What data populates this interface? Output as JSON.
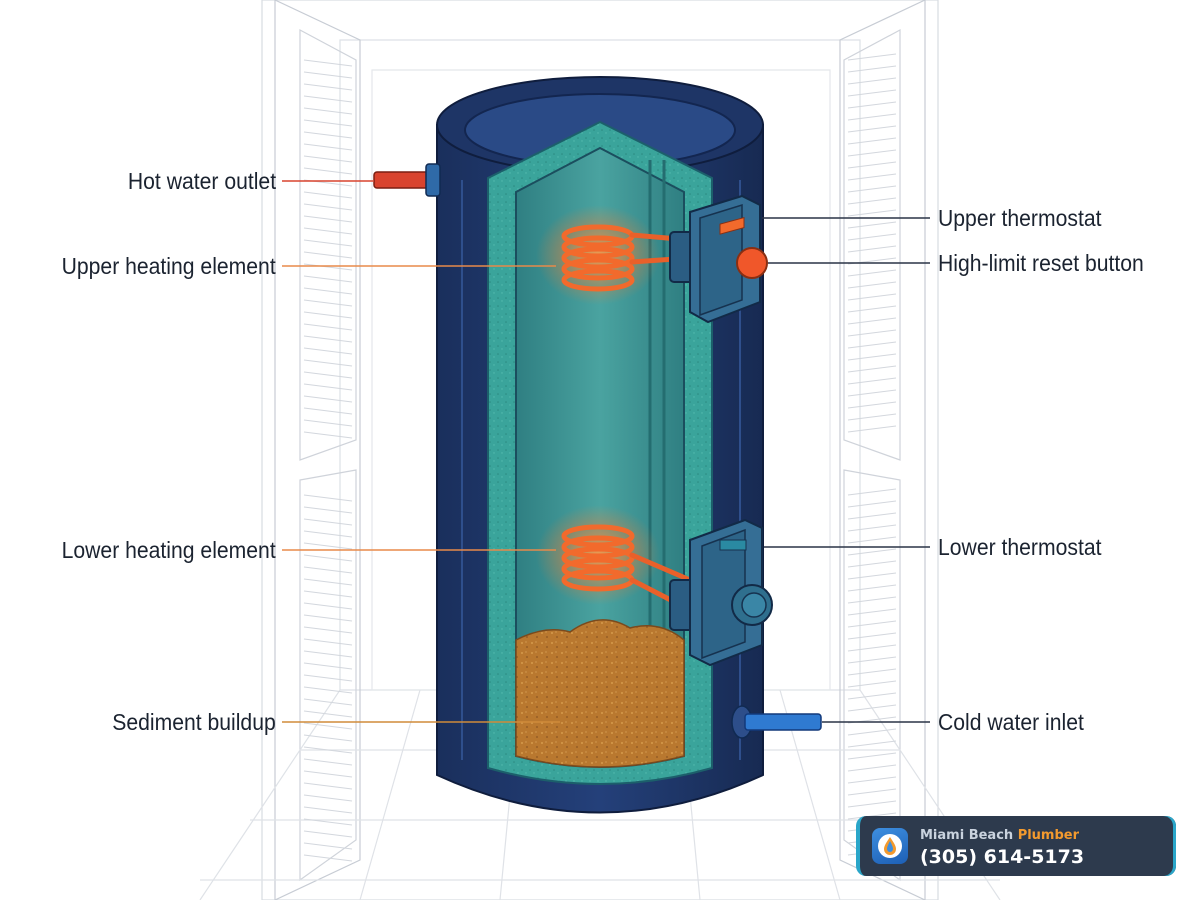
{
  "labels": {
    "hot_water_outlet": "Hot water outlet",
    "upper_heating_element": "Upper heating element",
    "lower_heating_element": "Lower heating element",
    "sediment_buildup": "Sediment buildup",
    "upper_thermostat": "Upper thermostat",
    "high_limit_reset_button": "High-limit reset button",
    "lower_thermostat": "Lower thermostat",
    "cold_water_inlet": "Cold water inlet"
  },
  "badge": {
    "name_part1": "Miami Beach",
    "name_part2": "Plumber",
    "phone": "(305) 614-5173",
    "icon": "water-drop-icon"
  },
  "colors": {
    "tank_shell": "#1e3566",
    "insulation": "#3aa49b",
    "water": "#3f8f8f",
    "heating_element": "#f26a2c",
    "sediment": "#b9782f",
    "hot_pipe": "#d9432e",
    "cold_pipe": "#2f7ad1",
    "badge_accent": "#f39a2e"
  }
}
